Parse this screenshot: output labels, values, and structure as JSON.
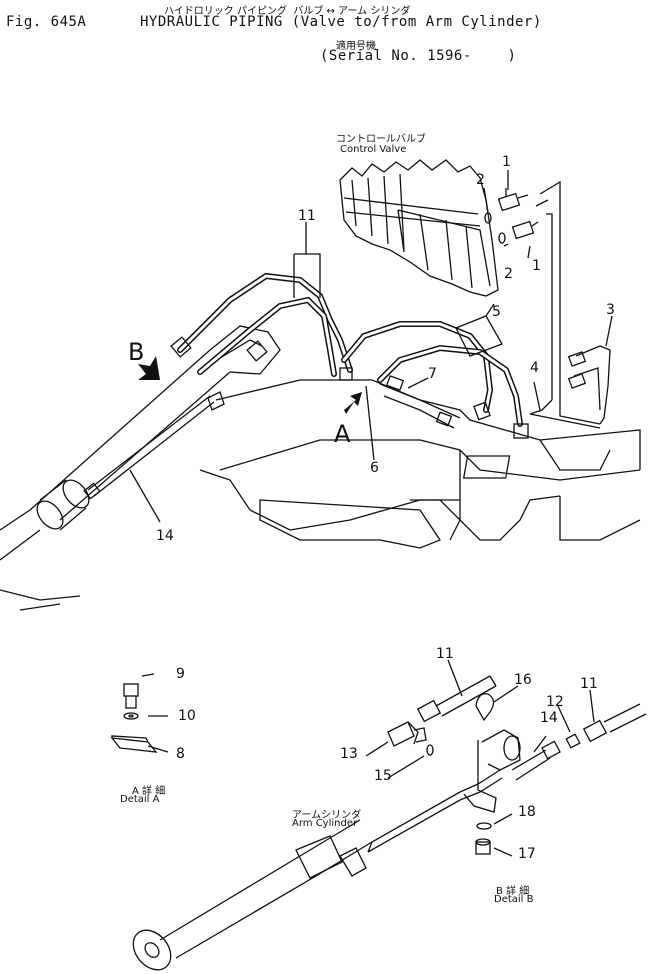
{
  "header": {
    "title_jp": "ハイドロリック パイピング  バルブ ↔ アーム シリンダ",
    "fig": "Fig. 645A",
    "title": "HYDRAULIC PIPING (Valve to/from Arm Cylinder)",
    "serial_jp": "適用号機",
    "serial": "(Serial No. 1596-    )"
  },
  "captions": {
    "control_valve_jp": "コントロールバルブ",
    "control_valve": "Control Valve",
    "arm_cylinder_jp": "アームシリンダ",
    "arm_cylinder": "Arm Cylinder",
    "detail_a_jp": "A 詳 細",
    "detail_a": "Detail A",
    "detail_b_jp": "B 詳 細",
    "detail_b": "Detail B"
  },
  "views": {
    "a": "A",
    "b": "B"
  },
  "callouts": {
    "c1_top": "1",
    "c2_top": "2",
    "c2_low": "2",
    "c1_low": "1",
    "c3": "3",
    "c4": "4",
    "c5": "5",
    "c6": "6",
    "c7": "7",
    "c11_main": "11",
    "c14_main": "14",
    "c9": "9",
    "c10": "10",
    "c8": "8",
    "c11_b1": "11",
    "c16": "16",
    "c12": "12",
    "c11_b2": "11",
    "c14_b": "14",
    "c13": "13",
    "c15": "15",
    "c18": "18",
    "c17": "17"
  }
}
